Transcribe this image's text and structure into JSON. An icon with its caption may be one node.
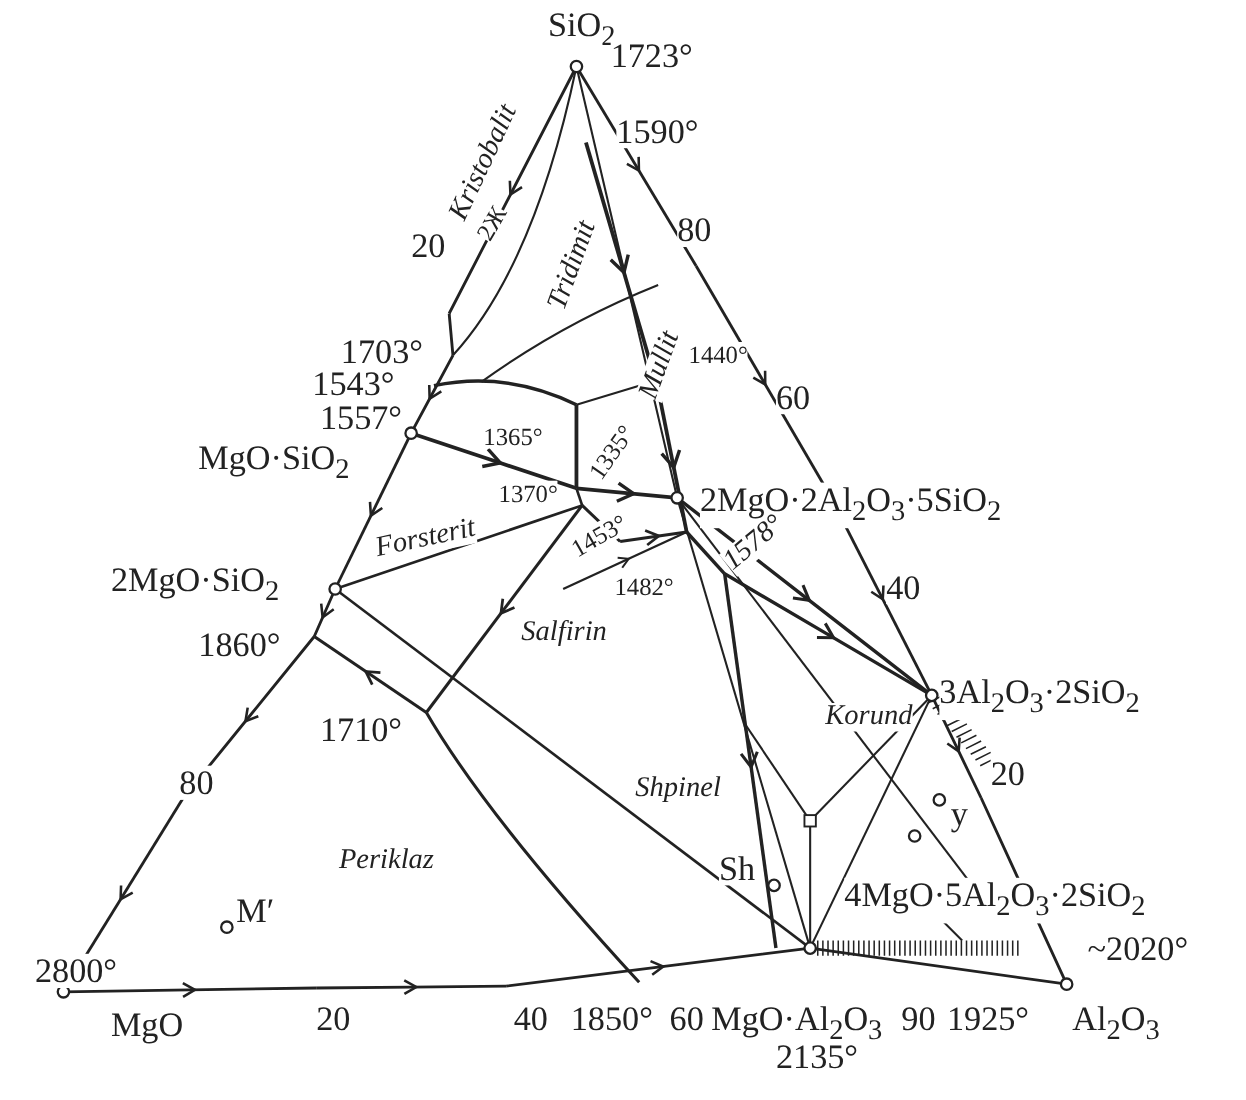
{
  "diagram": {
    "labels": [
      "SiO$_{2}$",
      "1723°",
      "1590°",
      "20",
      "2Ж",
      "Kristobalit",
      "80",
      "1703°",
      "Tridimit",
      "1440°",
      "1543°",
      "60",
      "1557°",
      "1335°",
      "Mullit",
      "MgO·SiO$_{2}$",
      "1365°",
      "2MgO·2Al$_{2}$O$_{3}$·5SiO$_{2}$",
      "1370°",
      "Forsterit",
      "2MgO·SiO$_{2}$",
      "1453°",
      "1482°",
      "1578°",
      "40",
      "Salfirin",
      "1860°",
      "3Al$_{2}$O$_{3}$·2SiO$_{2}$",
      "1710°",
      "Korund",
      "80",
      "20",
      "Shpinel",
      "y",
      "Periklaz",
      "Sh",
      "M′",
      "4MgO·5Al$_{2}$O$_{3}$·2SiO$_{2}$",
      "2800°",
      "~2020°",
      "MgO",
      "20",
      "40",
      "1850°",
      "60",
      "MgO·Al$_{2}$O$_{3}$",
      "90",
      "1925°",
      "Al$_{2}$O$_{3}$",
      "2135°"
    ]
  }
}
